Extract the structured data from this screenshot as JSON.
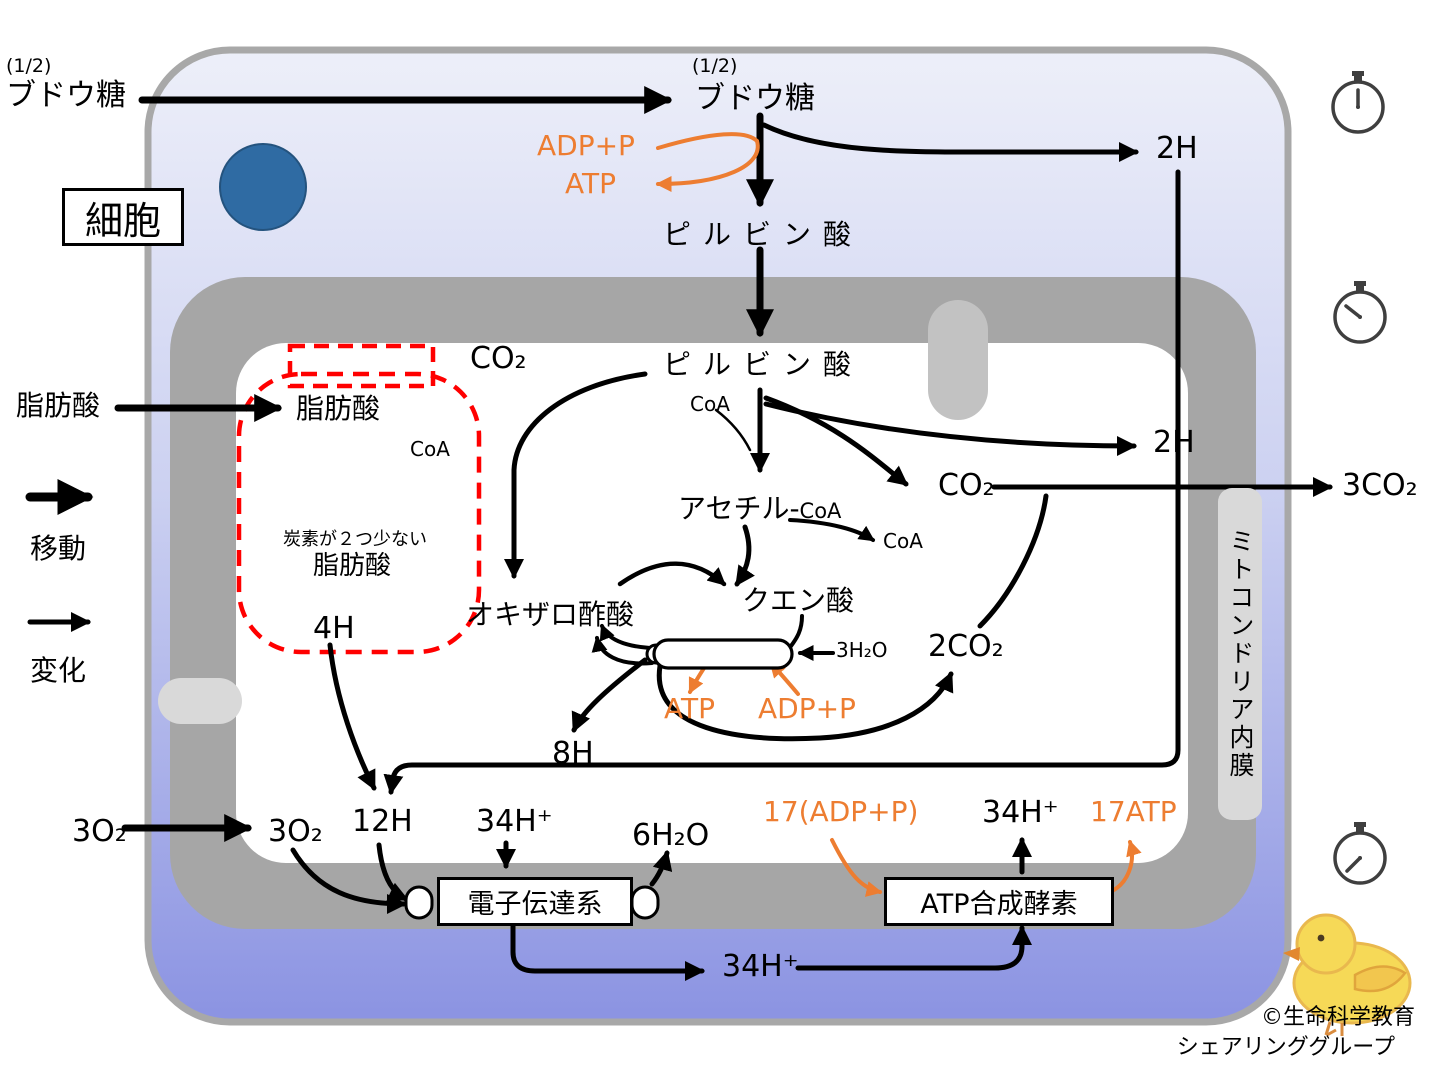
{
  "diagram": {
    "cell_label": "細胞",
    "legend": {
      "move": "移動",
      "change": "変化"
    },
    "outside": {
      "glucose_fraction": "(1/2)",
      "glucose": "ブドウ糖",
      "fatty_acid": "脂肪酸",
      "oxygen": "3O₂",
      "co2_total": "3CO₂"
    },
    "cytosol": {
      "glucose_fraction": "(1/2)",
      "glucose": "ブドウ糖",
      "adp_p": "ADP+P",
      "atp": "ATP",
      "pyruvate": "ピルビン酸",
      "h2": "2H"
    },
    "mito": {
      "membrane_label": "ミトコンドリア内膜",
      "pyruvate": "ピルビン酸",
      "co2_top": "CO₂",
      "coa": "CoA",
      "acetyl_prefix": "アセチル-",
      "acetyl_suffix": "CoA",
      "coa_released": "CoA",
      "citrate": "クエン酸",
      "oxaloacetate": "オキザロ酢酸",
      "water3": "3H₂O",
      "atp": "ATP",
      "adp_p": "ADP+P",
      "co2_right": "CO₂",
      "co2_2": "2CO₂",
      "h2": "2H",
      "h8": "8H",
      "h4": "4H",
      "h12": "12H",
      "o2": "3O₂",
      "h34_left": "34H⁺",
      "water6": "6H₂O",
      "etc_label": "電子伝達系",
      "adp17": "17(ADP+P)",
      "h34_right": "34H⁺",
      "atp17": "17ATP",
      "synthase_label": "ATP合成酵素",
      "h34_bottom": "34H⁺",
      "fatty_acid": "脂肪酸",
      "fatty_coa": "CoA",
      "fatty_note": "炭素が２つ少ない",
      "fatty_short": "脂肪酸"
    },
    "credit": {
      "line1": "©生命科学教育",
      "line2": "シェアリンググループ"
    },
    "colors": {
      "orange": "#ED7D31",
      "membrane_gray": "#a6a6a6",
      "loop_red": "#ff0000",
      "cell_border": "#a8a8a8"
    }
  }
}
